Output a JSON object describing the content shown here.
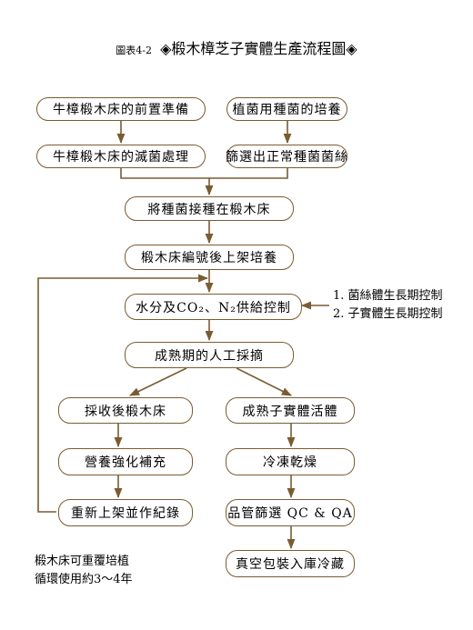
{
  "title": {
    "figure_number": "圖表4-2",
    "text": "◈椴木樟芝子實體生產流程圖◈"
  },
  "boxes": {
    "prep": "牛樟椴木床的前置準備",
    "culture": "植菌用種菌的培養",
    "sterilize": "牛樟椴木床的滅菌處理",
    "select": "篩選出正常種菌菌絲",
    "inoculate": "將種菌接種在椴木床",
    "label": "椴木床編號後上架培養",
    "control": "水分及CO₂、N₂供給控制",
    "harvest_stage": "成熟期的人工採摘",
    "after_harvest": "採收後椴木床",
    "fruit": "成熟子實體活體",
    "nutrient": "營養強化補充",
    "freeze_dry": "冷凍乾燥",
    "reshelve": "重新上架並作紀錄",
    "qc": "品管篩選 QC & QA",
    "vacuum": "真空包裝入庫冷藏"
  },
  "side_note": {
    "line1": "1. 菌絲體生長期控制",
    "line2": "2. 子實體生長期控制"
  },
  "reuse_note": {
    "line1": "椴木床可重覆培植",
    "line2": "循環使用約3～4年"
  },
  "colors": {
    "box_border": "#7a5c32",
    "arrow": "#7a5c32"
  }
}
